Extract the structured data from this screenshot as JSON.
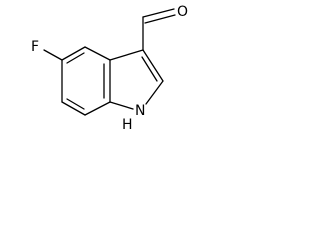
{
  "molecule": {
    "atoms": {
      "fluorine": "F",
      "oxygen": "O",
      "nitrogen_h": "H",
      "nitrogen": "N"
    },
    "colors": {
      "bond": "#000000",
      "label": "#000000",
      "background": "#ffffff"
    }
  }
}
